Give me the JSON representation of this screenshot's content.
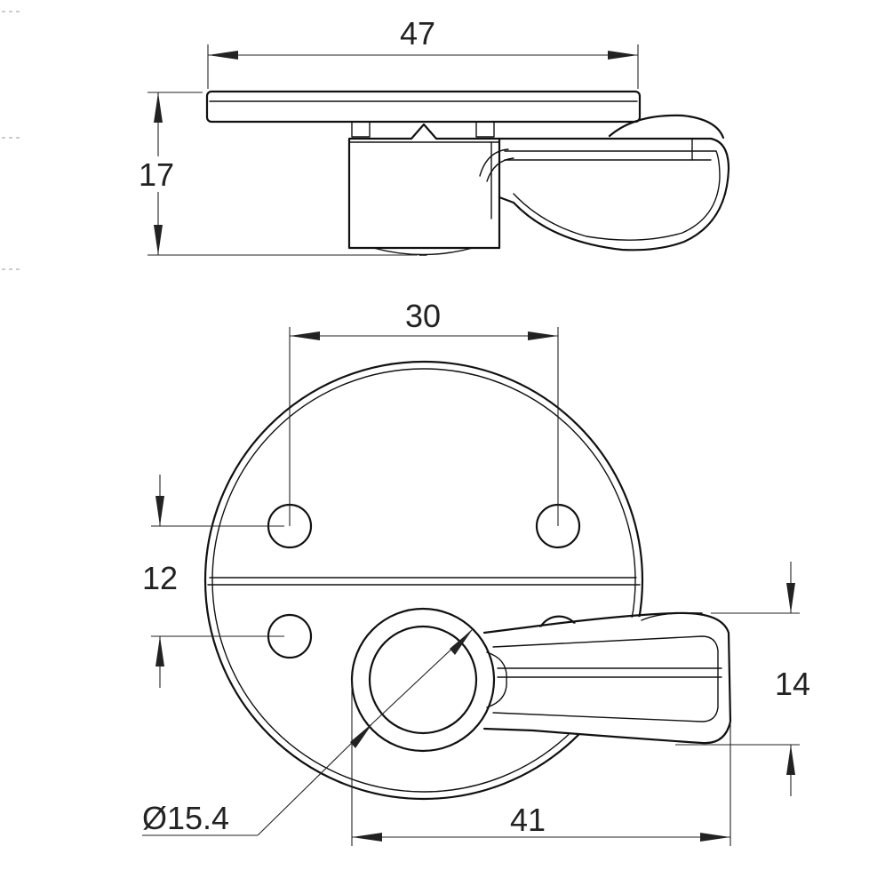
{
  "dimensions": {
    "top_width": "47",
    "top_height": "17",
    "hole_spacing": "30",
    "hole_vertical": "12",
    "lever_width": "14",
    "overall_length": "41",
    "diameter": "15.4",
    "diameter_symbol": "Ø"
  }
}
